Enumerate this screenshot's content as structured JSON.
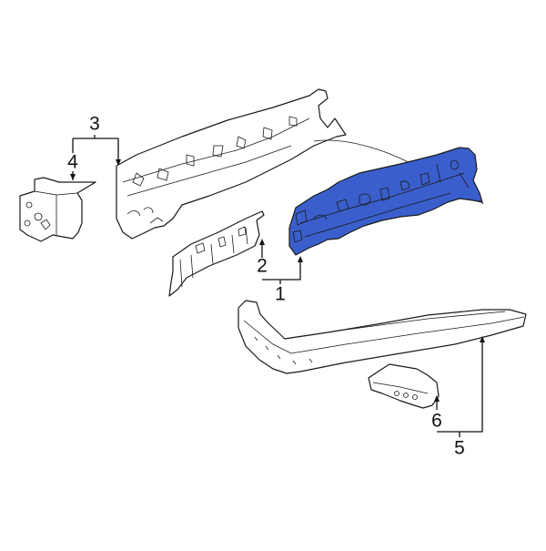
{
  "diagram": {
    "type": "exploded-parts-diagram",
    "colors": {
      "background": "#ffffff",
      "line": "#1a1a1a",
      "highlight": "#3a5fcc",
      "part_fill": "#ffffff"
    },
    "highlighted_part": "1",
    "callouts": [
      {
        "id": "1",
        "label": "1",
        "part": "highlighted-apron-reinforcement",
        "highlighted": true
      },
      {
        "id": "2",
        "label": "2",
        "part": "inner-panel"
      },
      {
        "id": "3",
        "label": "3",
        "part": "upper-apron-rail"
      },
      {
        "id": "4",
        "label": "4",
        "part": "bracket"
      },
      {
        "id": "5",
        "label": "5",
        "part": "rocker-sill"
      },
      {
        "id": "6",
        "label": "6",
        "part": "sill-bracket"
      }
    ]
  }
}
